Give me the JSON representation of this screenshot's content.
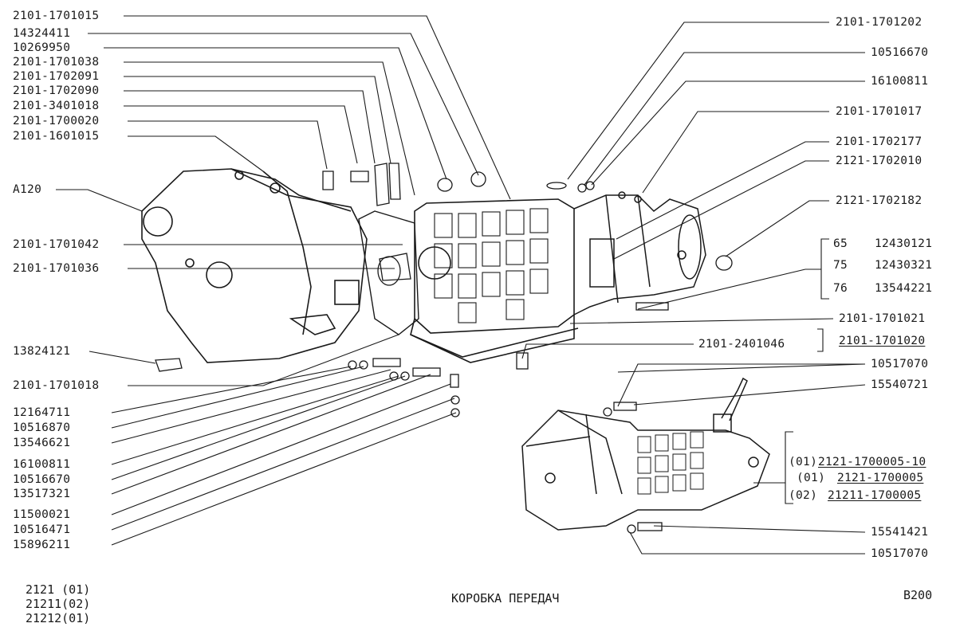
{
  "diagram_code": "B200",
  "title": "КОРОБКА  ПЕРЕДАЧ",
  "models": [
    "2121  (01)",
    "21211(02)",
    "21212(01)"
  ],
  "left_labels": [
    "2101-1701015",
    "14324411",
    "10269950",
    "2101-1701038",
    "2101-1702091",
    "2101-1702090",
    "2101-3401018",
    "2101-1700020",
    "2101-1601015",
    "A120",
    "2101-1701042",
    "2101-1701036",
    "13824121",
    "2101-1701018",
    "12164711",
    "10516870",
    "13546621",
    "16100811",
    "10516670",
    "13517321",
    "11500021",
    "10516471",
    "15896211"
  ],
  "right_labels": [
    "2101-1701202",
    "10516670",
    "16100811",
    "2101-1701017",
    "2101-1702177",
    "2121-1702010",
    "2121-1702182",
    "2101-1701021",
    "2101-2401046",
    "2101-1701020",
    "10517070",
    "15540721",
    "15541421",
    "10517070"
  ],
  "variants_table": [
    {
      "code": "65",
      "part": "12430121"
    },
    {
      "code": "75",
      "part": "12430321"
    },
    {
      "code": "76",
      "part": "13544221"
    }
  ],
  "assembly_variants": [
    {
      "tag": "(01)",
      "part": "2121-1700005-10"
    },
    {
      "tag": "(01)",
      "part": "2121-1700005"
    },
    {
      "tag": "(02)",
      "part": "21211-1700005"
    }
  ]
}
